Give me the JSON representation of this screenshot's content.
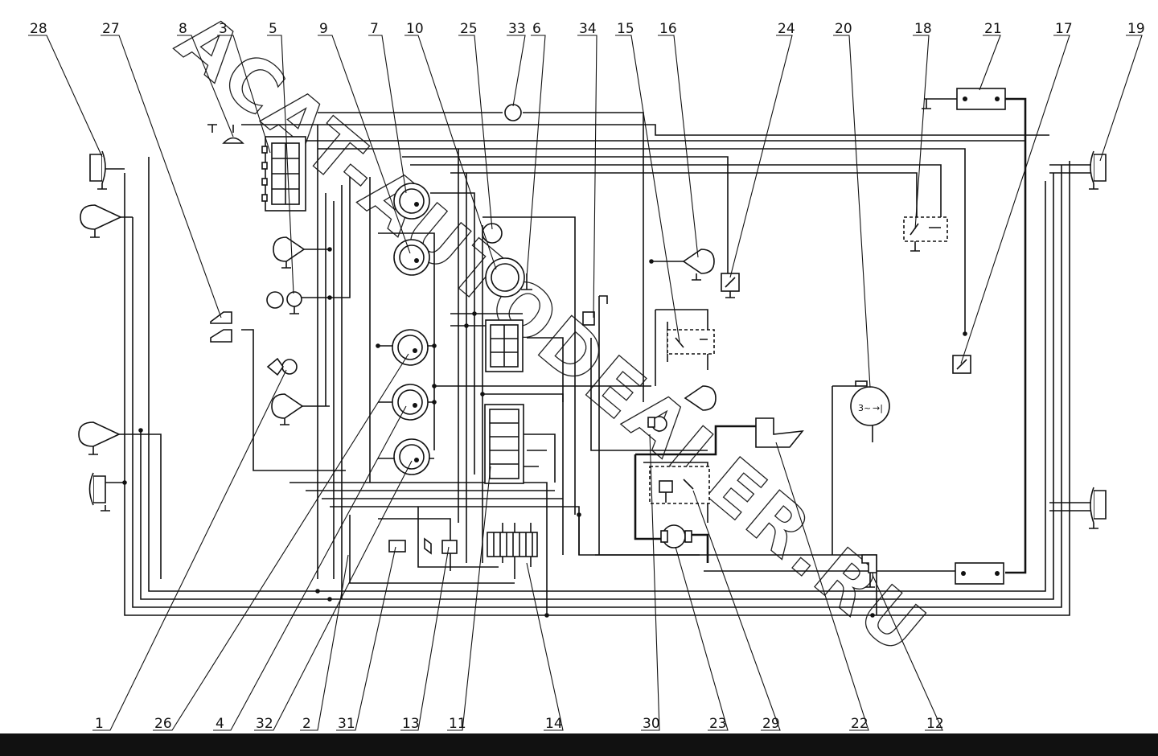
{
  "watermark": "ACAT-AUTODEALER.RU",
  "top_labels": [
    "28",
    "27",
    "8",
    "3",
    "5",
    "9",
    "7",
    "10",
    "25",
    "33",
    "6",
    "34",
    "15",
    "16",
    "24",
    "20",
    "18",
    "21",
    "17",
    "19"
  ],
  "bottom_labels": [
    "1",
    "26",
    "4",
    "32",
    "2",
    "31",
    "13",
    "11",
    "14",
    "30",
    "23",
    "29",
    "22",
    "12"
  ],
  "components": {
    "alternator_marks": "3~",
    "diode_mark": "→|"
  },
  "colors": {
    "ink": "#111111",
    "paper": "#ffffff",
    "bottom_bar": "#111111"
  }
}
